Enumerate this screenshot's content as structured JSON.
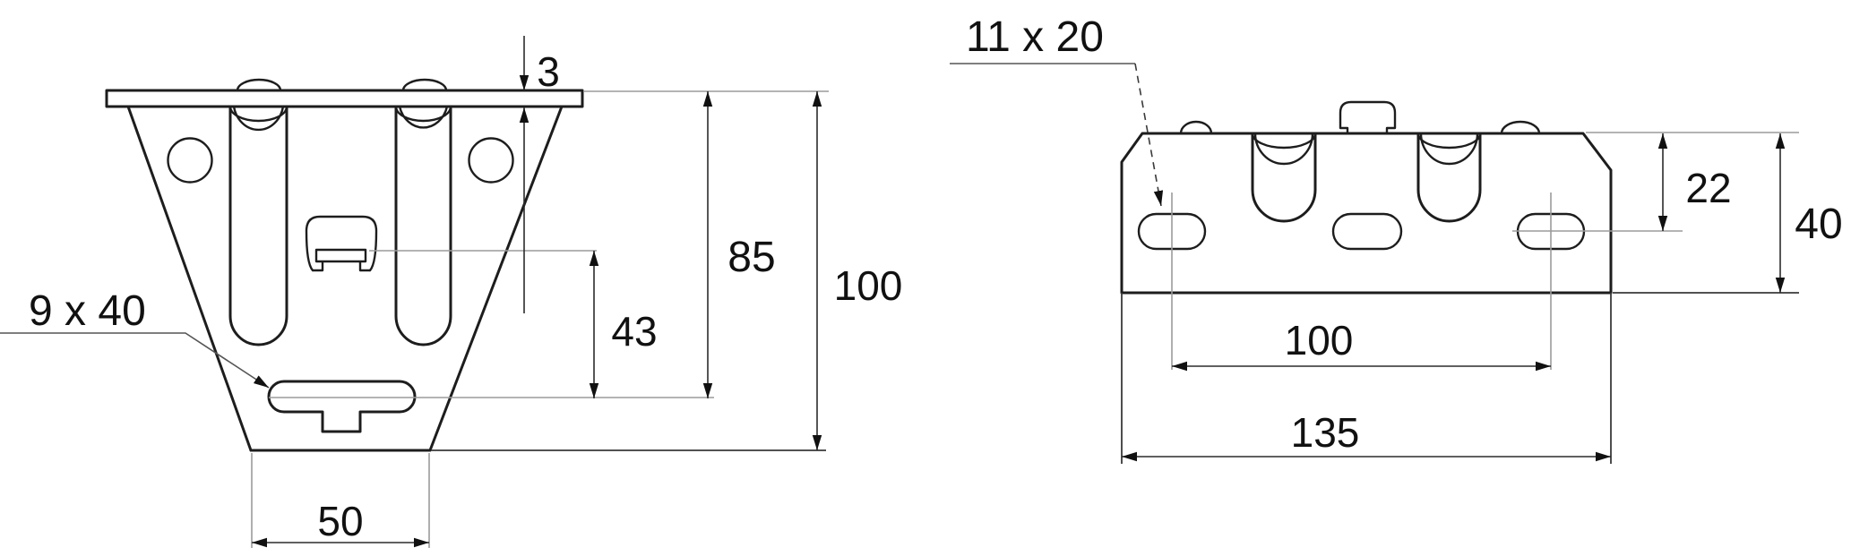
{
  "drawing": {
    "front_view": {
      "slot_label": "9 x 40",
      "dim_flange_thickness": "3",
      "dim_tab_to_slot": "43",
      "dim_flange_to_slot": "85",
      "dim_total_height": "100",
      "dim_bottom_width": "50"
    },
    "side_view": {
      "slot_label": "11 x 20",
      "dim_top_to_slot_center": "22",
      "dim_total_depth": "40",
      "dim_slot_spacing": "100",
      "dim_total_width": "135"
    },
    "colors": {
      "object_line": "#1d1d1d",
      "dimension_line": "#2b2b2b",
      "extension_line": "#9b9b9b",
      "background": "#ffffff",
      "text": "#111111"
    }
  }
}
